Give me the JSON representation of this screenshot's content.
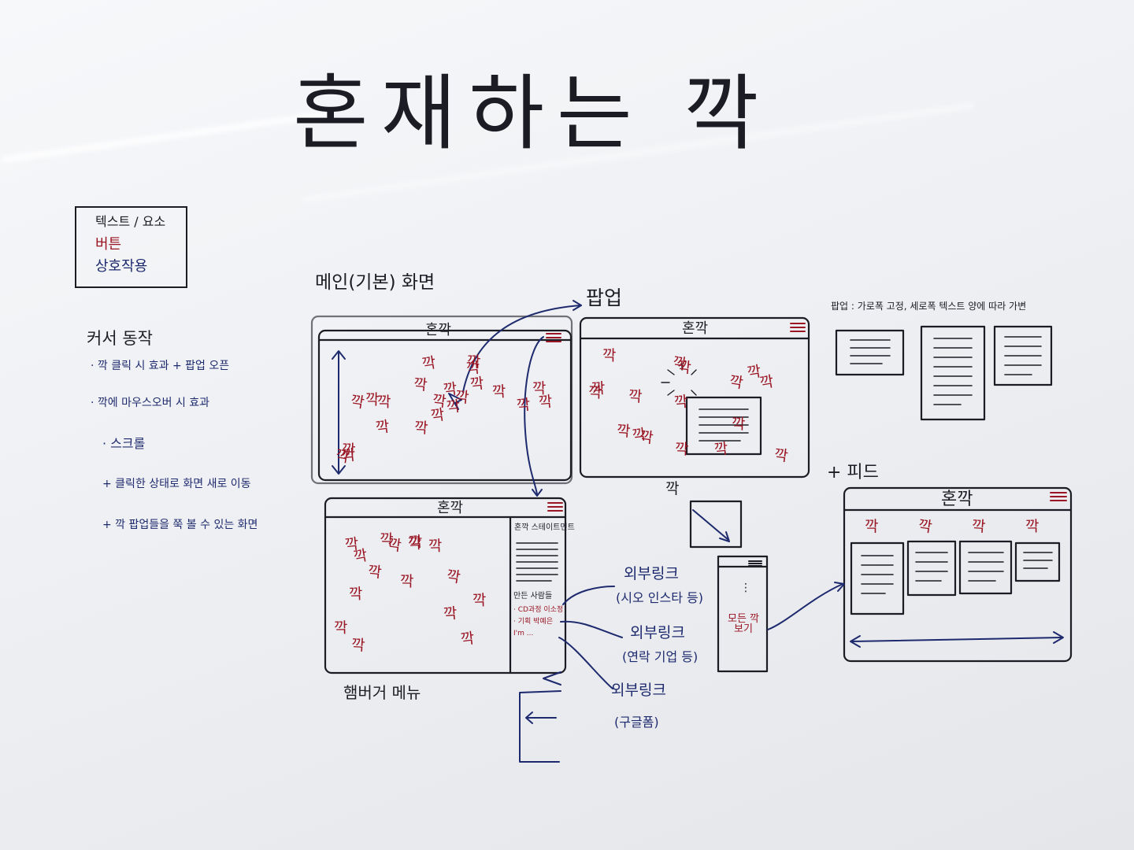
{
  "title": "혼재하는 깍",
  "legend": {
    "text_element": "텍스트 / 요소",
    "button": "버튼",
    "interaction": "상호작용"
  },
  "cursor_actions": {
    "heading": "커서 동작",
    "items": [
      "· 깍 클릭 시 효과 + 팝업 오픈",
      "· 깍에 마우스오버 시 효과",
      "· 스크롤",
      "+ 클릭한 상태로 화면 새로 이동",
      "+ 깍 팝업들을 쭉 볼 수 있는 화면"
    ]
  },
  "main_screen": {
    "label": "메인(기본) 화면",
    "window_title": "혼깍"
  },
  "popup_screen": {
    "label": "팝업",
    "window_title": "혼깍"
  },
  "menu_screen": {
    "label": "햄버거 메뉴",
    "window_title": "혼깍",
    "side_title": "혼깍 스테이트먼트",
    "side_credits_title": "만든 사람들",
    "credits": [
      "· CD과정 이소정",
      "· 기획 박예은",
      "I'm ..."
    ]
  },
  "popup_note": "팝업 : 가로폭 고정, 세로폭 텍스트 양에 따라 가변",
  "feed": {
    "label": "+ 피드",
    "window_title": "혼깍"
  },
  "view_all": "모든 깍 보기",
  "external_links": [
    {
      "label": "외부링크",
      "detail": "(시오 인스타 등)"
    },
    {
      "label": "외부링크",
      "detail": "(연락 기업 등)"
    },
    {
      "label": "외부링크",
      "detail": "(구글폼)"
    }
  ],
  "gak_word": "깍",
  "colors": {
    "black_marker": "#1c1c24",
    "red_marker": "#9b1624",
    "blue_marker": "#1e2a6e",
    "board": "#eceef2"
  }
}
